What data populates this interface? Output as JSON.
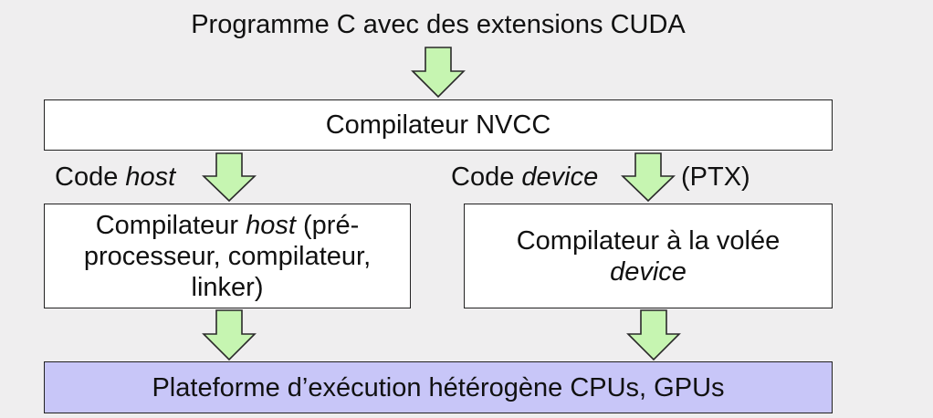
{
  "title": "Programme C avec des extensions CUDA",
  "nvcc_box": "Compilateur NVCC",
  "host_branch": {
    "label_prefix": "Code ",
    "label_em": "host"
  },
  "device_branch": {
    "label_prefix": "Code ",
    "label_em": "device",
    "label_suffix": "(PTX)"
  },
  "host_box": {
    "line1_prefix": "Compilateur ",
    "line1_em": "host",
    "line1_suffix": " (pré-",
    "line2": "processeur, compilateur,",
    "line3": "linker)"
  },
  "device_box": {
    "line1": "Compilateur à la volée",
    "line2_em": "device"
  },
  "platform_box": "Plateforme d’exécution hétérogène CPUs, GPUs",
  "colors": {
    "arrow_fill": "#c6f5b1",
    "arrow_stroke": "#2a2a2a",
    "platform_fill": "#c8c6f8",
    "background": "#efeeef"
  }
}
